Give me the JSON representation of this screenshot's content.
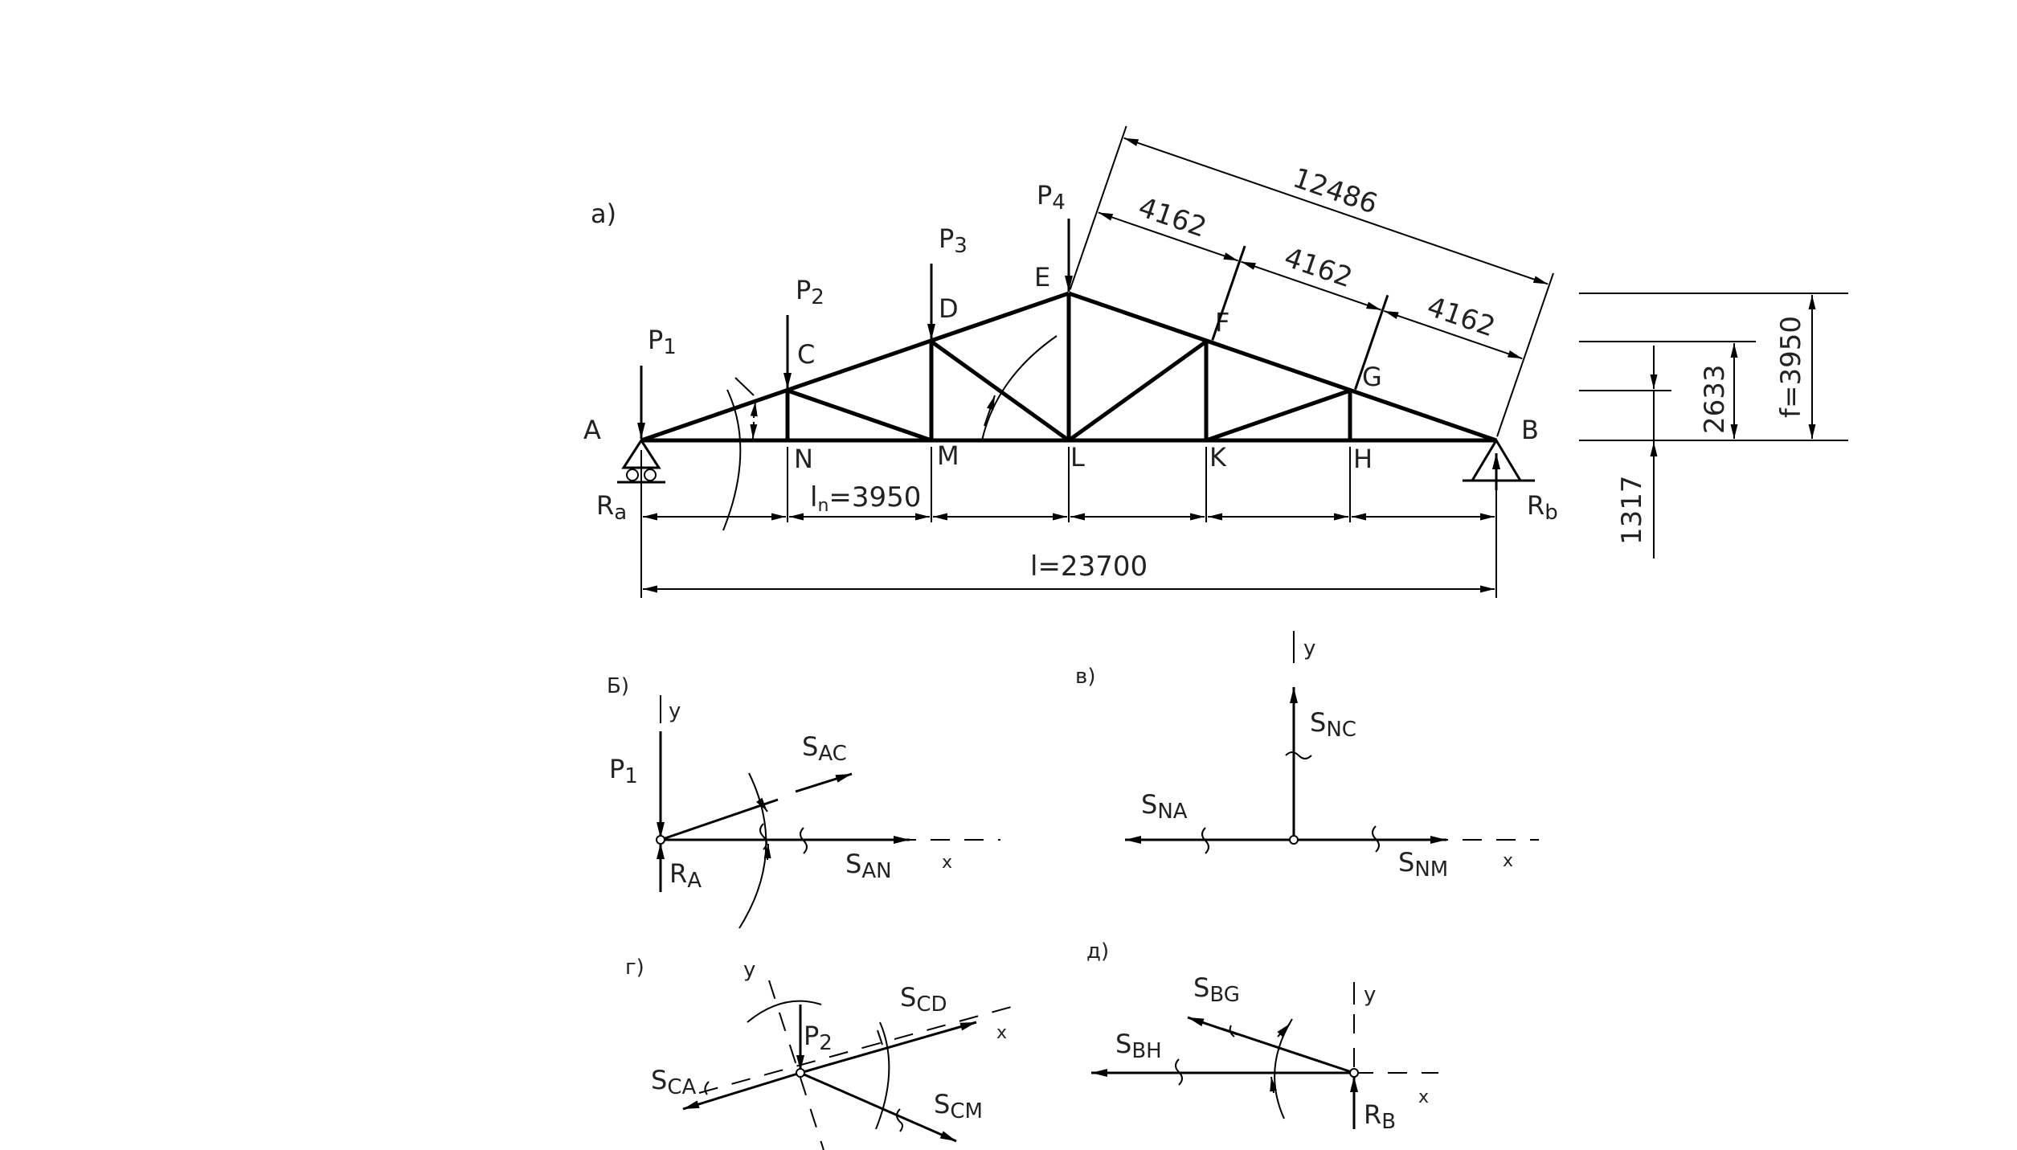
{
  "panels": {
    "a": "а)",
    "b": "Б)",
    "v": "в)",
    "g": "г)",
    "d": "д)"
  },
  "truss": {
    "joints": {
      "A": "A",
      "B": "B",
      "C": "C",
      "D": "D",
      "E": "E",
      "F": "F",
      "G": "G",
      "N": "N",
      "M": "M",
      "L": "L",
      "K": "K",
      "H": "H"
    },
    "loads": {
      "p1": "P",
      "p1_sub": "1",
      "p2": "P",
      "p2_sub": "2",
      "p3": "P",
      "p3_sub": "3",
      "p4": "P",
      "p4_sub": "4"
    },
    "reactions": {
      "ra": "R",
      "ra_sub": "a",
      "rb": "R",
      "rb_sub": "b"
    },
    "dims": {
      "panel": "l",
      "panel_sub": "n",
      "panel_value": "=3950",
      "span": "l=23700",
      "chord_total": "12486",
      "chord_seg1": "4162",
      "chord_seg2": "4162",
      "chord_seg3": "4162",
      "height_f": "f=3950",
      "height_2633": "2633",
      "height_1317": "1317"
    }
  },
  "diagram_b": {
    "y": "y",
    "x": "x",
    "p1": "P",
    "p1_sub": "1",
    "ra": "R",
    "ra_sub": "A",
    "sac": "S",
    "sac_sub": "AC",
    "san": "S",
    "san_sub": "AN"
  },
  "diagram_v": {
    "y": "y",
    "x": "x",
    "snc": "S",
    "snc_sub": "NC",
    "sna": "S",
    "sna_sub": "NA",
    "snm": "S",
    "snm_sub": "NM"
  },
  "diagram_g": {
    "y": "y",
    "x": "x",
    "p2": "P",
    "p2_sub": "2",
    "scd": "S",
    "scd_sub": "CD",
    "sca": "S",
    "sca_sub": "CA",
    "scm": "S",
    "scm_sub": "CM"
  },
  "diagram_d": {
    "y": "y",
    "x": "x",
    "sbg": "S",
    "sbg_sub": "BG",
    "sbh": "S",
    "sbh_sub": "BH",
    "rb": "R",
    "rb_sub": "B"
  }
}
